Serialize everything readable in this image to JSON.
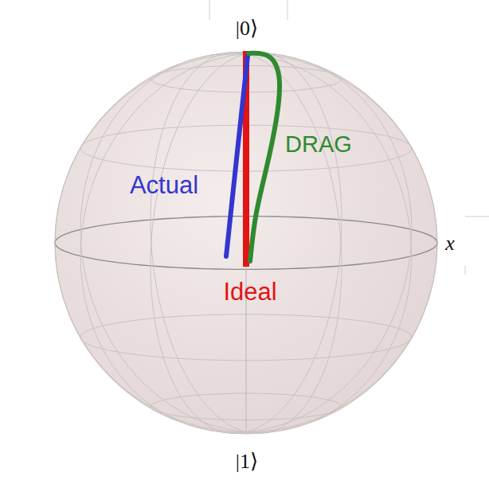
{
  "diagram": {
    "labels": [
      "|0⟩",
      "x",
      "Actual",
      "DRAG",
      "Ideal",
      "|1⟩"
    ]
  }
}
